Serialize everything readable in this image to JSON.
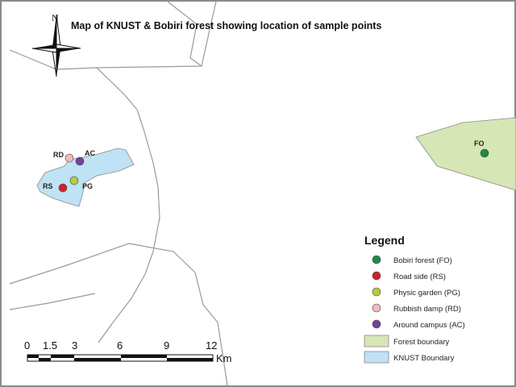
{
  "map": {
    "title": "Map of  KNUST & Bobiri forest showing location of sample points",
    "north_label": "N",
    "colors": {
      "background": "#ffffff",
      "border": "#8a8a8a",
      "road": "#9a9a9a",
      "forest_fill": "#d6e6b5",
      "campus_fill": "#bfe2f4"
    },
    "points": [
      {
        "code": "FO",
        "color": "#1e8a46"
      },
      {
        "code": "RS",
        "color": "#d02027"
      },
      {
        "code": "PG",
        "color": "#b4cc3c"
      },
      {
        "code": "RD",
        "color": "#f4b8be"
      },
      {
        "code": "AC",
        "color": "#7a3d9a"
      }
    ],
    "legend": {
      "title": "Legend",
      "items": [
        {
          "label": "Bobiri forest (FO)",
          "symbol": "dot",
          "color": "#1e8a46"
        },
        {
          "label": "Road side (RS)",
          "symbol": "dot",
          "color": "#d02027"
        },
        {
          "label": "Physic garden (PG)",
          "symbol": "dot",
          "color": "#b4cc3c"
        },
        {
          "label": "Rubbish damp (RD)",
          "symbol": "dot",
          "color": "#f4b8be"
        },
        {
          "label": "Around campus (AC)",
          "symbol": "dot",
          "color": "#7a3d9a"
        },
        {
          "label": "Forest boundary",
          "symbol": "rect",
          "color": "#d6e6b5"
        },
        {
          "label": "KNUST Boundary",
          "symbol": "rect",
          "color": "#bfe2f4"
        }
      ]
    },
    "scale_bar": {
      "ticks": [
        "0",
        "1.5",
        "3",
        "6",
        "9",
        "12"
      ],
      "unit": "Km"
    }
  }
}
